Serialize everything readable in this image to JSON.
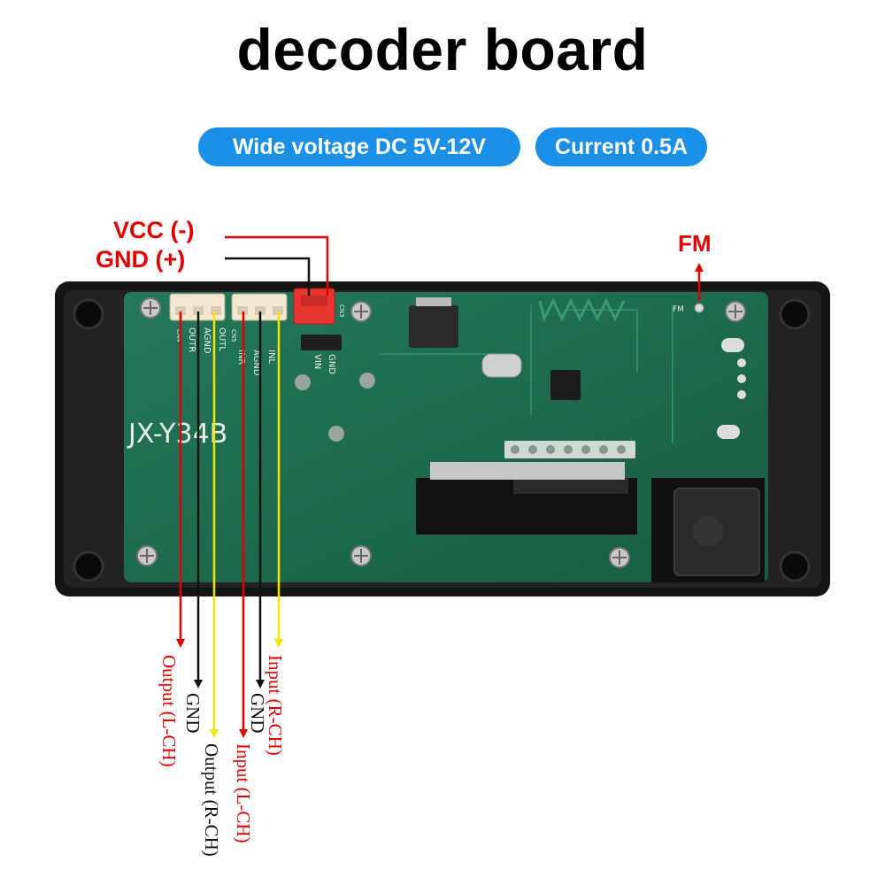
{
  "title": "decoder board",
  "badges": {
    "voltage": "Wide voltage DC 5V-12V",
    "current": "Current 0.5A"
  },
  "power_labels": {
    "vcc": "VCC  (-)",
    "gnd": "GND  (+)"
  },
  "fm_label": "FM",
  "board": {
    "model": "JX-Y34B",
    "pins_out": [
      "OUTR",
      "AGND",
      "OUTL"
    ],
    "pins_in": [
      "INR",
      "AGND",
      "INL"
    ],
    "pins_power": [
      "VIN",
      "GND"
    ],
    "connectors": [
      "CN4",
      "CN5",
      "CN3"
    ],
    "fm_text": "FM"
  },
  "wire_labels": {
    "output_l": "Output (L-CH)",
    "gnd_1": "GND",
    "output_r": "Output (R-CH)",
    "input_l": "Input (L-CH)",
    "gnd_2": "GND",
    "input_r": "Input (R-CH)"
  },
  "colors": {
    "red_wire": "#e00000",
    "black_wire": "#111111",
    "yellow_wire": "#f2e600",
    "badge_blue": "#1a8fe8",
    "pcb_green": "#1d6b4b"
  }
}
